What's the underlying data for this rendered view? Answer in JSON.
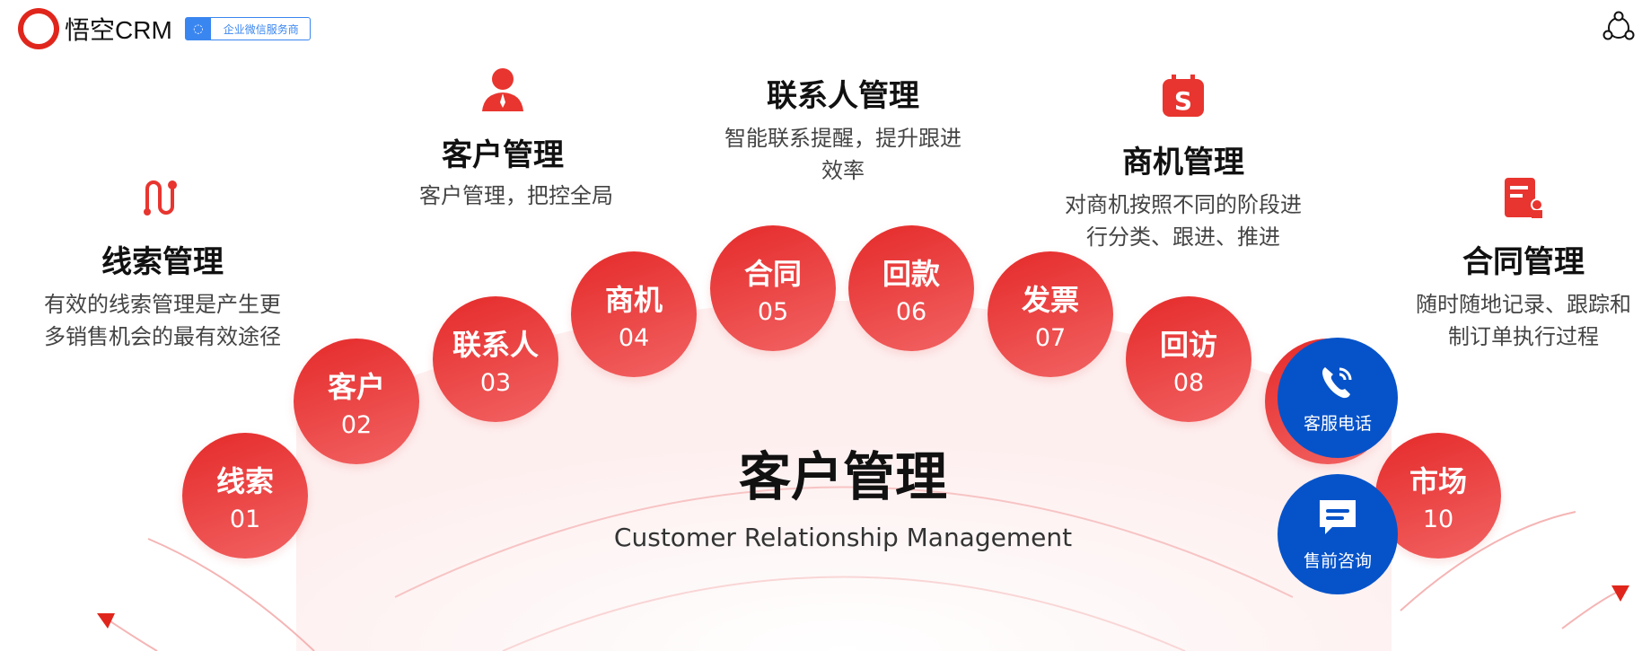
{
  "header": {
    "brand": "悟空CRM",
    "badge": "企业微信服务商",
    "accent": "#e0261c"
  },
  "features": [
    {
      "title": "线索管理",
      "desc": [
        "有效的线索管理是产生更",
        "多销售机会的最有效途径"
      ],
      "icon": "route-icon"
    },
    {
      "title": "客户管理",
      "desc": [
        "客户管理，把控全局"
      ],
      "icon": "person-icon"
    },
    {
      "title": "联系人管理",
      "desc": [
        "智能联系提醒，提升跟进",
        "效率"
      ],
      "icon": ""
    },
    {
      "title": "商机管理",
      "desc": [
        "对商机按照不同的阶段进",
        "行分类、跟进、推进"
      ],
      "icon": "calendar-s-icon"
    },
    {
      "title": "合同管理",
      "desc": [
        "随时随地记录、跟踪和",
        "制订单执行过程"
      ],
      "icon": "contract-icon"
    }
  ],
  "steps": [
    {
      "name": "线索",
      "num": "01"
    },
    {
      "name": "客户",
      "num": "02"
    },
    {
      "name": "联系人",
      "num": "03"
    },
    {
      "name": "商机",
      "num": "04"
    },
    {
      "name": "合同",
      "num": "05"
    },
    {
      "name": "回款",
      "num": "06"
    },
    {
      "name": "发票",
      "num": "07"
    },
    {
      "name": "回访",
      "num": "08"
    },
    {
      "name": "",
      "num": ""
    },
    {
      "name": "市场",
      "num": "10"
    }
  ],
  "center": {
    "title": "客户管理",
    "subtitle": "Customer Relationship Management"
  },
  "floating": {
    "phone": "客服电话",
    "consult": "售前咨询",
    "color": "#0653c9"
  }
}
